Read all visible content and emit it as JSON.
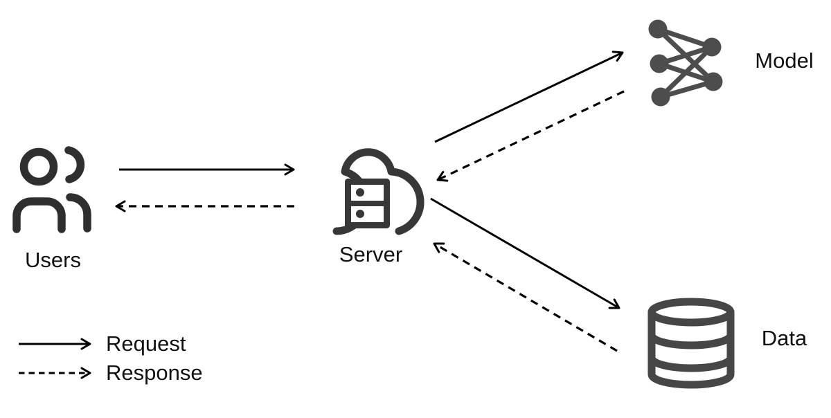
{
  "nodes": [
    {
      "id": "users",
      "label": "Users",
      "icon": "users-icon"
    },
    {
      "id": "server",
      "label": "Server",
      "icon": "cloud-server-icon"
    },
    {
      "id": "model",
      "label": "Model",
      "icon": "neural-network-icon"
    },
    {
      "id": "data",
      "label": "Data",
      "icon": "database-icon"
    }
  ],
  "edges": [
    {
      "from": "users",
      "to": "server",
      "type": "request",
      "style": "solid"
    },
    {
      "from": "server",
      "to": "users",
      "type": "response",
      "style": "dashed"
    },
    {
      "from": "server",
      "to": "model",
      "type": "request",
      "style": "solid"
    },
    {
      "from": "model",
      "to": "server",
      "type": "response",
      "style": "dashed"
    },
    {
      "from": "server",
      "to": "data",
      "type": "request",
      "style": "solid"
    },
    {
      "from": "data",
      "to": "server",
      "type": "response",
      "style": "dashed"
    }
  ],
  "legend": {
    "items": [
      {
        "label": "Request",
        "style": "solid"
      },
      {
        "label": "Response",
        "style": "dashed"
      }
    ]
  },
  "colors": {
    "background": "#ffffff",
    "text": "#111111",
    "arrow": "#000000",
    "users_icon": "#2f2f2f",
    "server_icon": "#373737",
    "model_icon": "#4d4d4d",
    "data_icon": "#464646"
  }
}
